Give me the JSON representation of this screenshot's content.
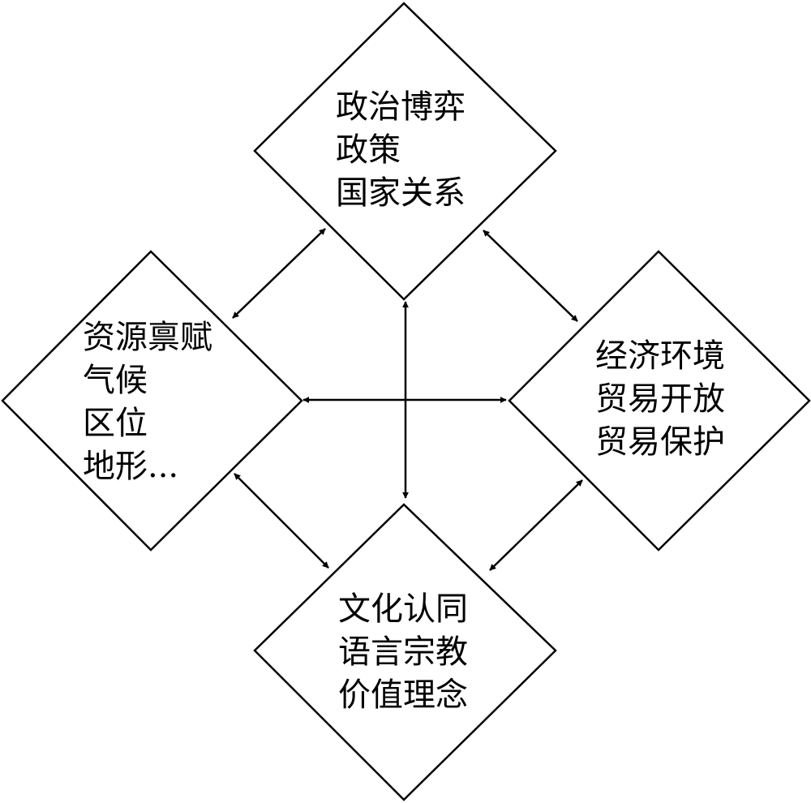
{
  "nodes": {
    "politics": {
      "lines": [
        "政治博弈",
        "政策",
        "国家关系"
      ]
    },
    "resources": {
      "lines": [
        "资源禀赋",
        "气候",
        "区位",
        "地形..."
      ]
    },
    "economy": {
      "lines": [
        "经济环境",
        "贸易开放",
        "贸易保护"
      ]
    },
    "culture": {
      "lines": [
        "文化认同",
        "语言宗教",
        "价值理念"
      ]
    }
  },
  "links": [
    {
      "from": "politics",
      "to": "resources",
      "direction": "both"
    },
    {
      "from": "politics",
      "to": "economy",
      "direction": "both"
    },
    {
      "from": "politics",
      "to": "culture",
      "direction": "both"
    },
    {
      "from": "resources",
      "to": "economy",
      "direction": "both"
    },
    {
      "from": "resources",
      "to": "culture",
      "direction": "both"
    },
    {
      "from": "economy",
      "to": "culture",
      "direction": "both"
    }
  ],
  "colors": {
    "stroke": "#000000",
    "fill": "#ffffff"
  }
}
